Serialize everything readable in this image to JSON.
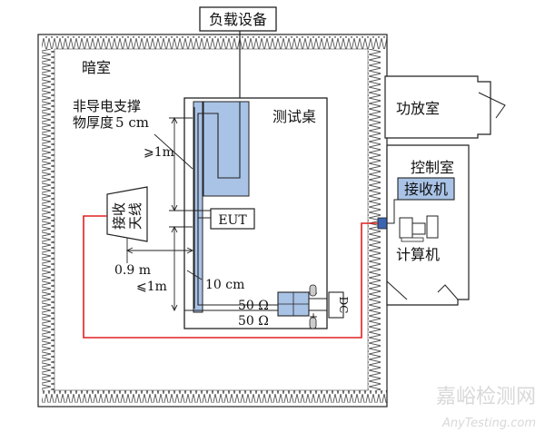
{
  "labels": {
    "load_device": "负载设备",
    "darkroom": "暗室",
    "nonconductive_support_line1": "非导电支撑",
    "nonconductive_support_line2": "物厚度",
    "nonconductive_support_value": "5 cm",
    "test_table": "测试桌",
    "amp_room": "功放室",
    "control_room": "控制室",
    "receiver": "接收机",
    "computer": "计算机",
    "eut": "EUT",
    "antenna_line1": "接收",
    "antenna_line2": "天线",
    "dim_ge_1m_top": "⩾1m",
    "dim_0_9m": "0.9 m",
    "dim_le_1m": "⩽1m",
    "dim_10cm": "10 cm",
    "lisn_50_top": "50 Ω",
    "lisn_50_bottom": "50 Ω",
    "dc": "DC",
    "plus": "+",
    "minus": "−"
  },
  "watermark": {
    "cn": "嘉峪检测网",
    "en": "AnyTesting.com"
  },
  "colors": {
    "equipment_blue": "#a9c3e6",
    "cable_red": "#e02020",
    "outline": "#222222",
    "absorber": "#555555"
  }
}
